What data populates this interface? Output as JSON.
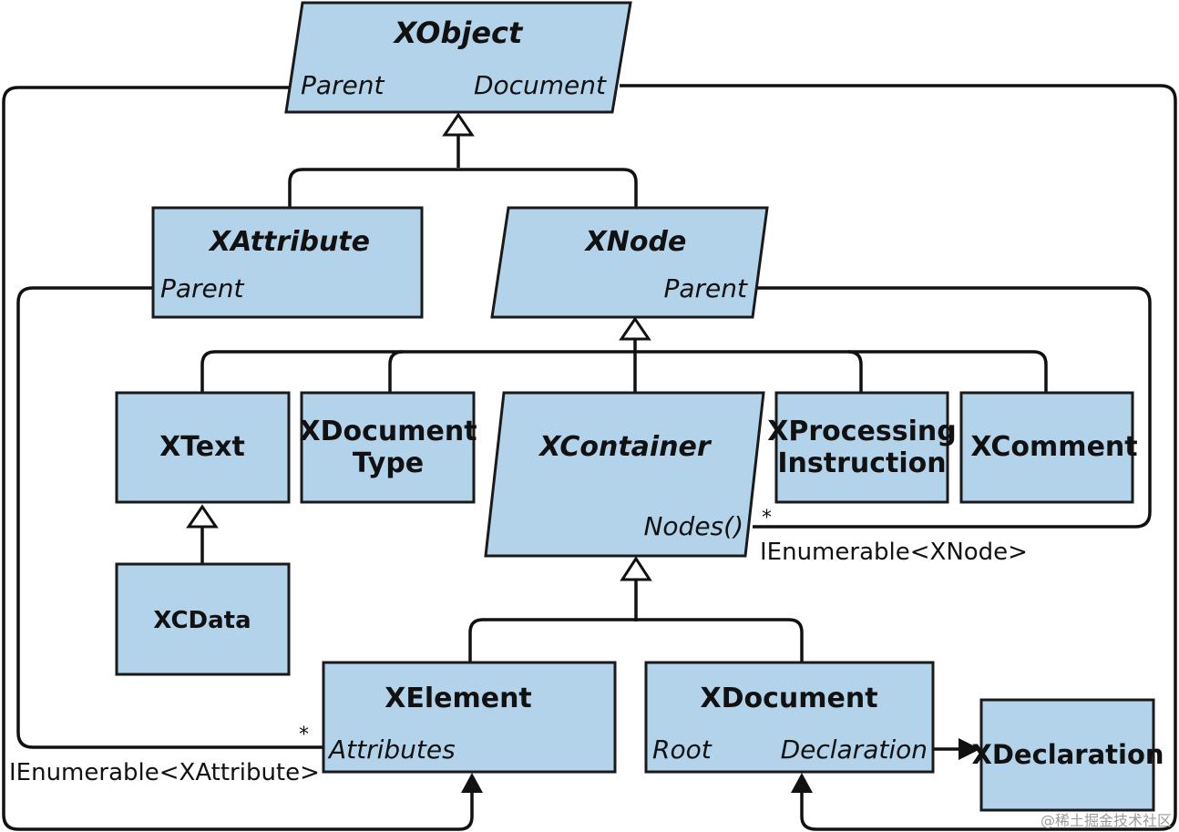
{
  "diagram": {
    "classes": {
      "xobject": {
        "name": "XObject",
        "members": [
          "Parent",
          "Document"
        ]
      },
      "xattribute": {
        "name": "XAttribute",
        "members": [
          "Parent"
        ]
      },
      "xnode": {
        "name": "XNode",
        "members": [
          "Parent"
        ]
      },
      "xtext": {
        "name": "XText"
      },
      "xdocumenttype": {
        "name_lines": [
          "XDocument",
          "Type"
        ]
      },
      "xcontainer": {
        "name": "XContainer",
        "members": [
          "Nodes()"
        ]
      },
      "xprocessinginstruction": {
        "name_lines": [
          "XProcessing",
          "Instruction"
        ]
      },
      "xcomment": {
        "name": "XComment"
      },
      "xcdata": {
        "name": "XCData"
      },
      "xelement": {
        "name": "XElement",
        "members": [
          "Attributes"
        ]
      },
      "xdocument": {
        "name": "XDocument",
        "members": [
          "Root",
          "Declaration"
        ]
      },
      "xdeclaration": {
        "name": "XDeclaration"
      }
    },
    "notes": {
      "nodes_type": "IEnumerable<XNode>",
      "attributes_type": "IEnumerable<XAttribute>",
      "multiplicity": "*"
    },
    "watermark": "@稀土掘金技术社区"
  }
}
